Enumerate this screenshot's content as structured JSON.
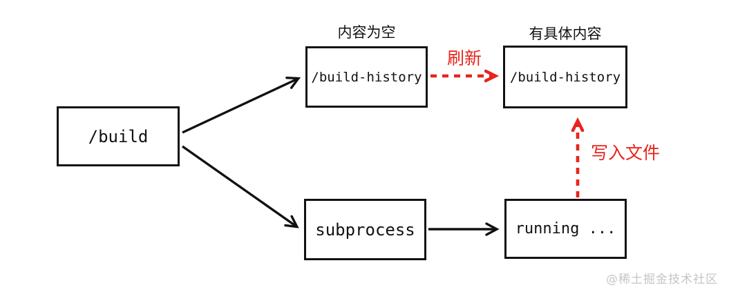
{
  "diagram": {
    "nodes": {
      "build": {
        "label": "/build"
      },
      "build_history_empty": {
        "label": "/build-history",
        "annotation": "内容为空"
      },
      "build_history_filled": {
        "label": "/build-history",
        "annotation": "有具体内容"
      },
      "subprocess": {
        "label": "subprocess"
      },
      "running": {
        "label": "running ..."
      }
    },
    "edges": [
      {
        "from": "build",
        "to": "build_history_empty",
        "style": "solid-black",
        "label": ""
      },
      {
        "from": "build",
        "to": "subprocess",
        "style": "solid-black",
        "label": ""
      },
      {
        "from": "subprocess",
        "to": "running",
        "style": "solid-black",
        "label": ""
      },
      {
        "from": "build_history_empty",
        "to": "build_history_filled",
        "style": "dashed-red",
        "label": "刷新"
      },
      {
        "from": "running",
        "to": "build_history_filled",
        "style": "dashed-red",
        "label": "写入文件"
      }
    ],
    "colors": {
      "node_border": "#111111",
      "node_text": "#111111",
      "annotation_text": "#111111",
      "highlight_red": "#e8241c",
      "background": "#ffffff",
      "watermark_gray": "#c5c5c5"
    }
  },
  "watermark": "@稀土掘金技术社区"
}
